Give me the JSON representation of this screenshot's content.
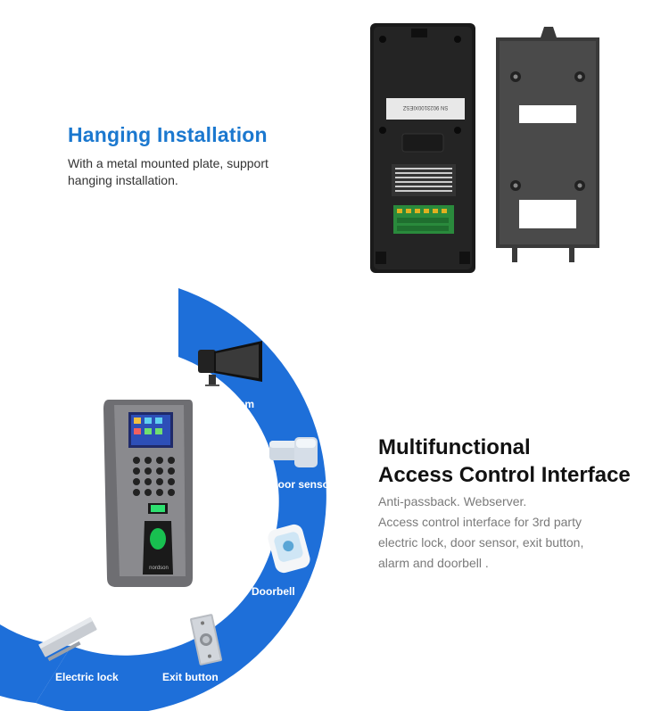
{
  "hanging": {
    "title": "Hanging Installation",
    "description": "With a metal mounted plate, support hanging installation."
  },
  "device_back": {
    "label_text": "SN 9023100XIESZ"
  },
  "multifunction": {
    "title_line1": "Multifunctional",
    "title_line2": "Access Control Interface",
    "desc_lines": [
      "Anti-passback. Webserver.",
      "Access control interface for 3rd party",
      "electric lock, door sensor, exit button,",
      "alarm and doorbell ."
    ]
  },
  "terminal": {
    "brand": "nordson"
  },
  "features": [
    {
      "label": "Alram",
      "icon": "alarm-siren-icon"
    },
    {
      "label": "Door sensor",
      "icon": "door-sensor-icon"
    },
    {
      "label": "Doorbell",
      "icon": "doorbell-icon"
    },
    {
      "label": "Exit button",
      "icon": "exit-button-icon"
    },
    {
      "label": "Electric lock",
      "icon": "electric-lock-icon"
    }
  ],
  "colors": {
    "accent_blue": "#1b78cf",
    "arc_blue": "#1e6fd9"
  }
}
